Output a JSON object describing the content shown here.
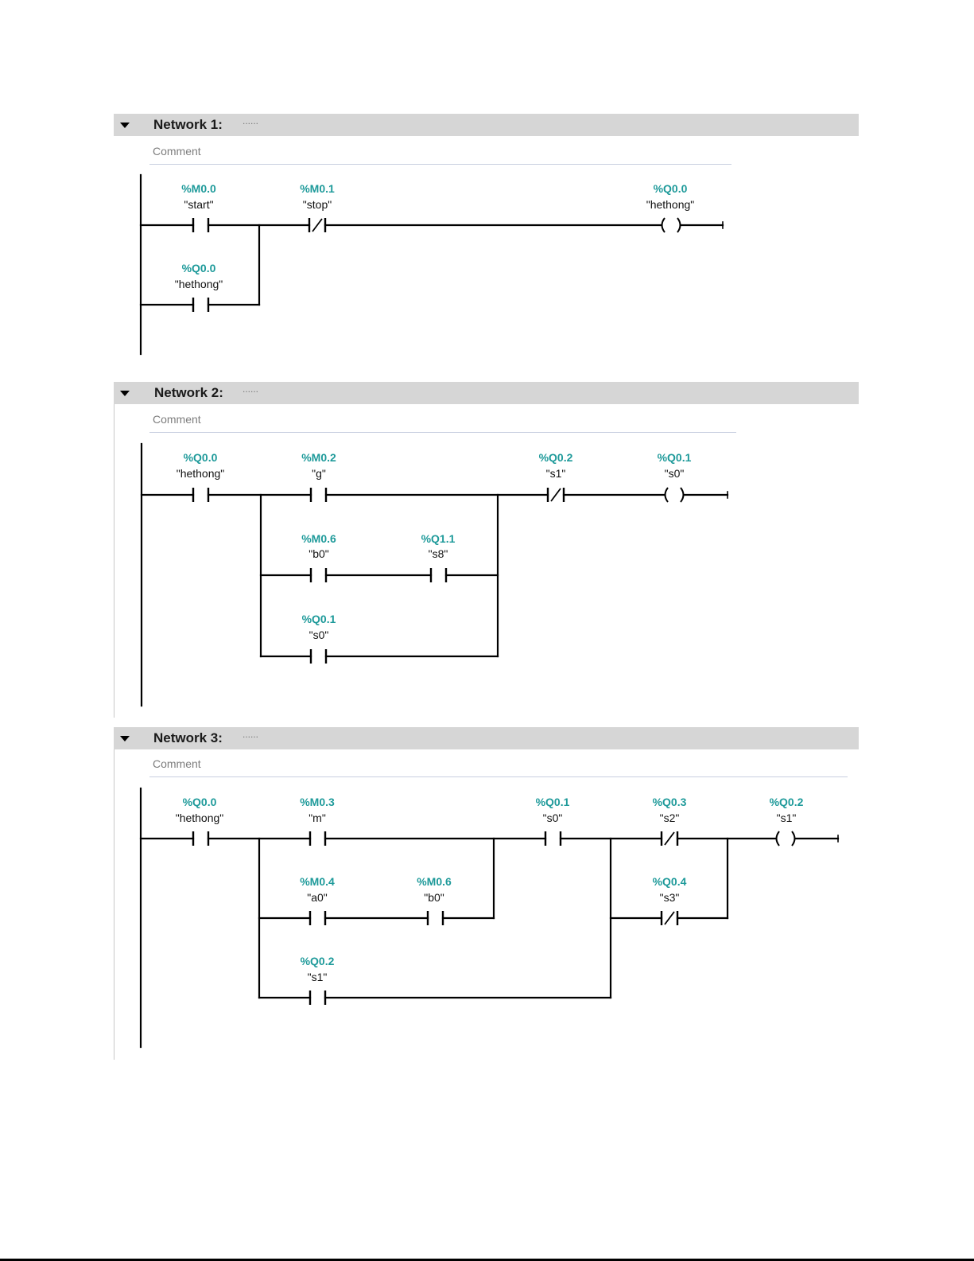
{
  "networks": [
    {
      "title": "Network 1:",
      "dots": "......",
      "comment": "Comment",
      "elements": [
        {
          "kind": "contact-no",
          "address": "%M0.0",
          "tag": "\"start\""
        },
        {
          "kind": "contact-no",
          "address": "%Q0.0",
          "tag": "\"hethong\""
        },
        {
          "kind": "contact-nc",
          "address": "%M0.1",
          "tag": "\"stop\""
        },
        {
          "kind": "coil",
          "address": "%Q0.0",
          "tag": "\"hethong\""
        }
      ]
    },
    {
      "title": "Network 2:",
      "dots": "......",
      "comment": "Comment",
      "elements": [
        {
          "kind": "contact-no",
          "address": "%Q0.0",
          "tag": "\"hethong\""
        },
        {
          "kind": "contact-no",
          "address": "%M0.2",
          "tag": "\"g\""
        },
        {
          "kind": "contact-no",
          "address": "%M0.6",
          "tag": "\"b0\""
        },
        {
          "kind": "contact-no",
          "address": "%Q1.1",
          "tag": "\"s8\""
        },
        {
          "kind": "contact-no",
          "address": "%Q0.1",
          "tag": "\"s0\""
        },
        {
          "kind": "contact-nc",
          "address": "%Q0.2",
          "tag": "\"s1\""
        },
        {
          "kind": "coil",
          "address": "%Q0.1",
          "tag": "\"s0\""
        }
      ]
    },
    {
      "title": "Network 3:",
      "dots": "......",
      "comment": "Comment",
      "elements": [
        {
          "kind": "contact-no",
          "address": "%Q0.0",
          "tag": "\"hethong\""
        },
        {
          "kind": "contact-no",
          "address": "%M0.3",
          "tag": "\"m\""
        },
        {
          "kind": "contact-no",
          "address": "%M0.4",
          "tag": "\"a0\""
        },
        {
          "kind": "contact-no",
          "address": "%M0.6",
          "tag": "\"b0\""
        },
        {
          "kind": "contact-no",
          "address": "%Q0.2",
          "tag": "\"s1\""
        },
        {
          "kind": "contact-no",
          "address": "%Q0.1",
          "tag": "\"s0\""
        },
        {
          "kind": "contact-nc",
          "address": "%Q0.3",
          "tag": "\"s2\""
        },
        {
          "kind": "contact-nc",
          "address": "%Q0.4",
          "tag": "\"s3\""
        },
        {
          "kind": "coil",
          "address": "%Q0.2",
          "tag": "\"s1\""
        }
      ]
    }
  ],
  "colors": {
    "address": "#1e9a9a",
    "header_bg": "#d6d6d6",
    "wire": "#000000"
  },
  "icons": {
    "toggle": "collapse-triangle-icon"
  }
}
